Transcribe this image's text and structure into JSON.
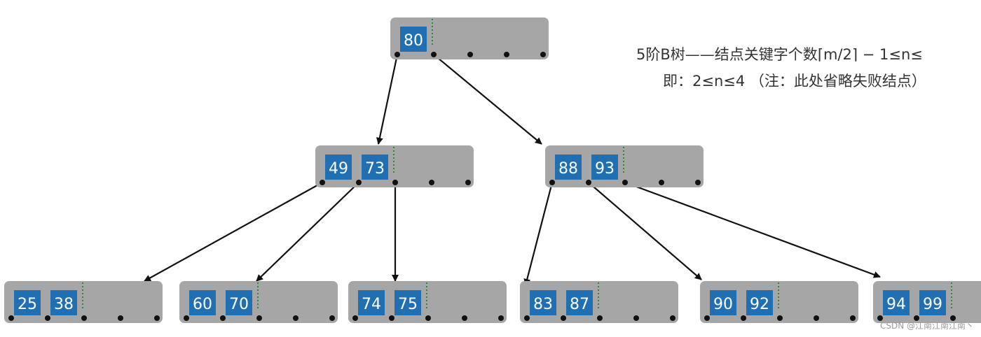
{
  "colors": {
    "node_fill": "#a6a6a6",
    "key_fill": "#1f6fb2",
    "key_text": "#ffffff",
    "divider": "#2e8b2e",
    "pointer": "#111111"
  },
  "tree": {
    "order": 5,
    "max_keys": 4,
    "root": {
      "keys": [
        "80"
      ]
    },
    "level2": [
      {
        "keys": [
          "49",
          "73"
        ]
      },
      {
        "keys": [
          "88",
          "93"
        ]
      }
    ],
    "leaves": [
      {
        "keys": [
          "25",
          "38"
        ]
      },
      {
        "keys": [
          "60",
          "70"
        ]
      },
      {
        "keys": [
          "74",
          "75"
        ]
      },
      {
        "keys": [
          "83",
          "87"
        ]
      },
      {
        "keys": [
          "90",
          "92"
        ]
      },
      {
        "keys": [
          "94",
          "99"
        ]
      }
    ],
    "edges": [
      {
        "from": "root",
        "pointer": 0,
        "to": "level2-0"
      },
      {
        "from": "root",
        "pointer": 1,
        "to": "level2-1"
      },
      {
        "from": "level2-0",
        "pointer": 0,
        "to": "leaf-0"
      },
      {
        "from": "level2-0",
        "pointer": 1,
        "to": "leaf-1"
      },
      {
        "from": "level2-0",
        "pointer": 2,
        "to": "leaf-2"
      },
      {
        "from": "level2-1",
        "pointer": 0,
        "to": "leaf-3"
      },
      {
        "from": "level2-1",
        "pointer": 1,
        "to": "leaf-4"
      },
      {
        "from": "level2-1",
        "pointer": 2,
        "to": "leaf-5"
      }
    ]
  },
  "caption": {
    "line1": "5阶B树——结点关键字个数⌈m/2⌉ − 1≤n≤",
    "line2": "即：2≤n≤4 （注：此处省略失败结点）"
  },
  "watermark": "CSDN @江南江南江南丶"
}
